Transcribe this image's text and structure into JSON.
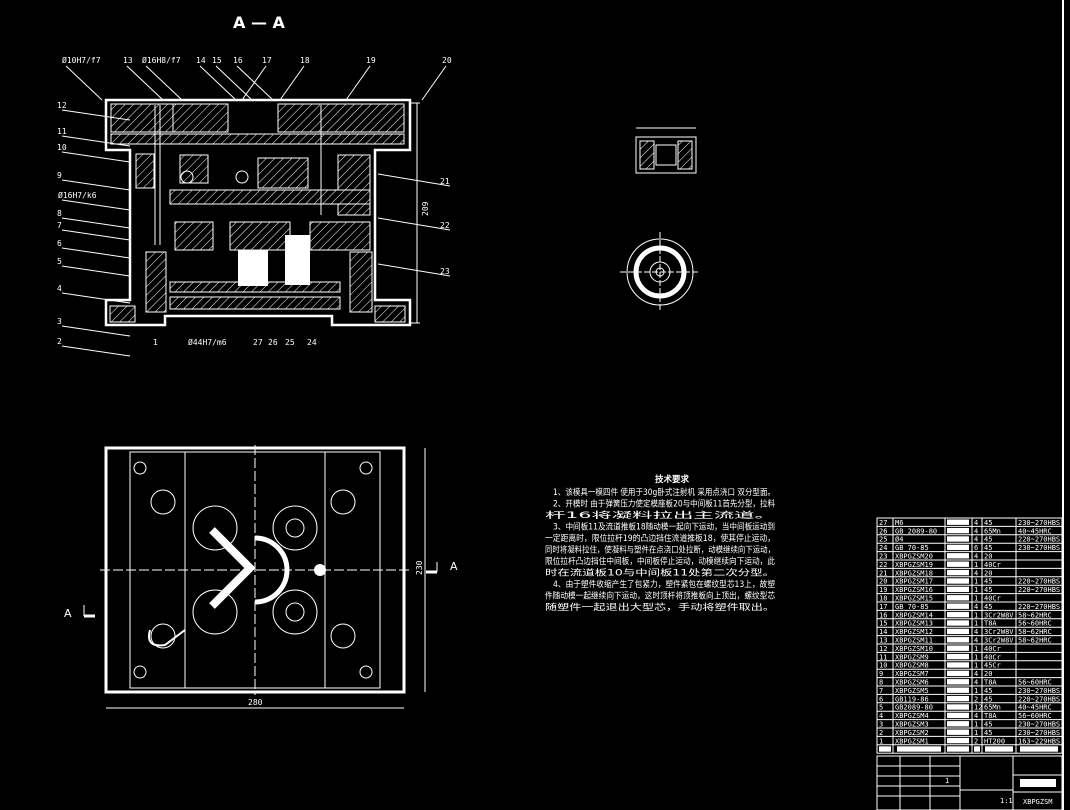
{
  "section_title": "A — A",
  "section_labels": {
    "top": [
      "Ø10H7/f7",
      "13",
      "Ø16H8/f7",
      "14",
      "15",
      "16",
      "17",
      "18",
      "19",
      "20"
    ],
    "left": [
      "12",
      "11",
      "10",
      "9",
      "Ø16H7/k6",
      "8",
      "7",
      "6",
      "5",
      "4",
      "3",
      "2"
    ],
    "right": [
      "21",
      "22",
      "23"
    ],
    "bottom": [
      "1",
      "Ø44H7/m6",
      "27",
      "26",
      "25",
      "24"
    ],
    "height_dim": "209"
  },
  "plan_view": {
    "width_dim": "280",
    "height_dim": "230",
    "section_mark": "A"
  },
  "tech_requirements": {
    "title": "技术要求",
    "lines": [
      "1、该模具一模四件 使用于30g卧式注射机 采用点浇口 双分型面。",
      "2、开模时 由于弹簧压力使定模座板20与中间板11首先分型，拉料",
      "杆16将凝料拉出主流道。",
      "3、中间板11及流道推板18随动模一起向下运动，当中间板运动到",
      "一定距离时，限位拉杆19的凸边挡住流道推板18，使其停止运动，",
      "同时将凝料拉住，使凝料与塑件在点浇口处拉断，动模继续向下运动，",
      "限位拉杆凸边挡住中间板，中间板停止运动，动模继续向下运动，此",
      "时在流道板10与中间板11处第二次分型。",
      "4、由于塑件收缩产生了包紧力，塑件紧包在螺纹型芯13上，故塑",
      "件随动模一起继续向下运动，这时顶杆将顶推板向上顶出，螺纹型芯",
      "随塑件一起退出大型芯，手动将塑件取出。"
    ]
  },
  "bom": [
    [
      "27",
      "M6",
      "",
      "4",
      "45",
      "230~270HBS"
    ],
    [
      "26",
      "GB 2089-80",
      "",
      "4",
      "65Mn",
      "40~45HRC"
    ],
    [
      "25",
      "Ø4",
      "",
      "4",
      "45",
      "220~270HBS"
    ],
    [
      "24",
      "GB 70-85",
      "",
      "6",
      "45",
      "230~270HBS"
    ],
    [
      "23",
      "XBPGZSM20",
      "",
      "4",
      "20",
      ""
    ],
    [
      "22",
      "XBPGZSM19",
      "",
      "1",
      "40Cr",
      ""
    ],
    [
      "21",
      "XBPGZSM18",
      "",
      "4",
      "20",
      ""
    ],
    [
      "20",
      "XBPGZSM17",
      "",
      "1",
      "45",
      "220~270HBS"
    ],
    [
      "19",
      "XBPGZSM16",
      "",
      "1",
      "45",
      "220~270HBS"
    ],
    [
      "18",
      "XBPGZSM15",
      "",
      "1",
      "40Cr",
      ""
    ],
    [
      "17",
      "GB 70-85",
      "",
      "4",
      "45",
      "220~270HBS"
    ],
    [
      "16",
      "XBPGZSM14",
      "",
      "1",
      "3Cr2W8V",
      "58~62HRC"
    ],
    [
      "15",
      "XBPGZSM13",
      "",
      "1",
      "T8A",
      "56~60HRC"
    ],
    [
      "14",
      "XBPGZSM12",
      "",
      "4",
      "3Cr2W8V",
      "58~62HRC"
    ],
    [
      "13",
      "XBPGZSM11",
      "",
      "4",
      "3Cr2W8V",
      "58~62HRC"
    ],
    [
      "12",
      "XBPGZSM10",
      "",
      "1",
      "40Cr",
      ""
    ],
    [
      "11",
      "XBPGZSM9",
      "",
      "1",
      "40Cr",
      ""
    ],
    [
      "10",
      "XBPGZSM8",
      "",
      "1",
      "45Cr",
      ""
    ],
    [
      "9",
      "XBPGZSM7",
      "",
      "4",
      "20",
      ""
    ],
    [
      "8",
      "XBPGZSM6",
      "",
      "4",
      "T8A",
      "56~60HRC"
    ],
    [
      "7",
      "XBPGZSM5",
      "",
      "1",
      "45",
      "230~270HBS"
    ],
    [
      "6",
      "GB119-86",
      "",
      "2",
      "45",
      "220~270HBS"
    ],
    [
      "5",
      "GB2089-80",
      "",
      "12",
      "65Mn",
      "40~45HRC"
    ],
    [
      "4",
      "XBPGZSM4",
      "",
      "4",
      "T8A",
      "56~60HRC"
    ],
    [
      "3",
      "XBPGZSM3",
      "",
      "1",
      "45",
      "230~270HBS"
    ],
    [
      "2",
      "XBPGZSM2",
      "",
      "1",
      "45",
      "230~270HBS"
    ],
    [
      "1",
      "XBPGZSM1",
      "",
      "2",
      "HT200",
      "163~229HBS"
    ]
  ],
  "title_block": {
    "scale": "1:1",
    "drawing_no": "XBPGZSM",
    "sheet": "1"
  }
}
